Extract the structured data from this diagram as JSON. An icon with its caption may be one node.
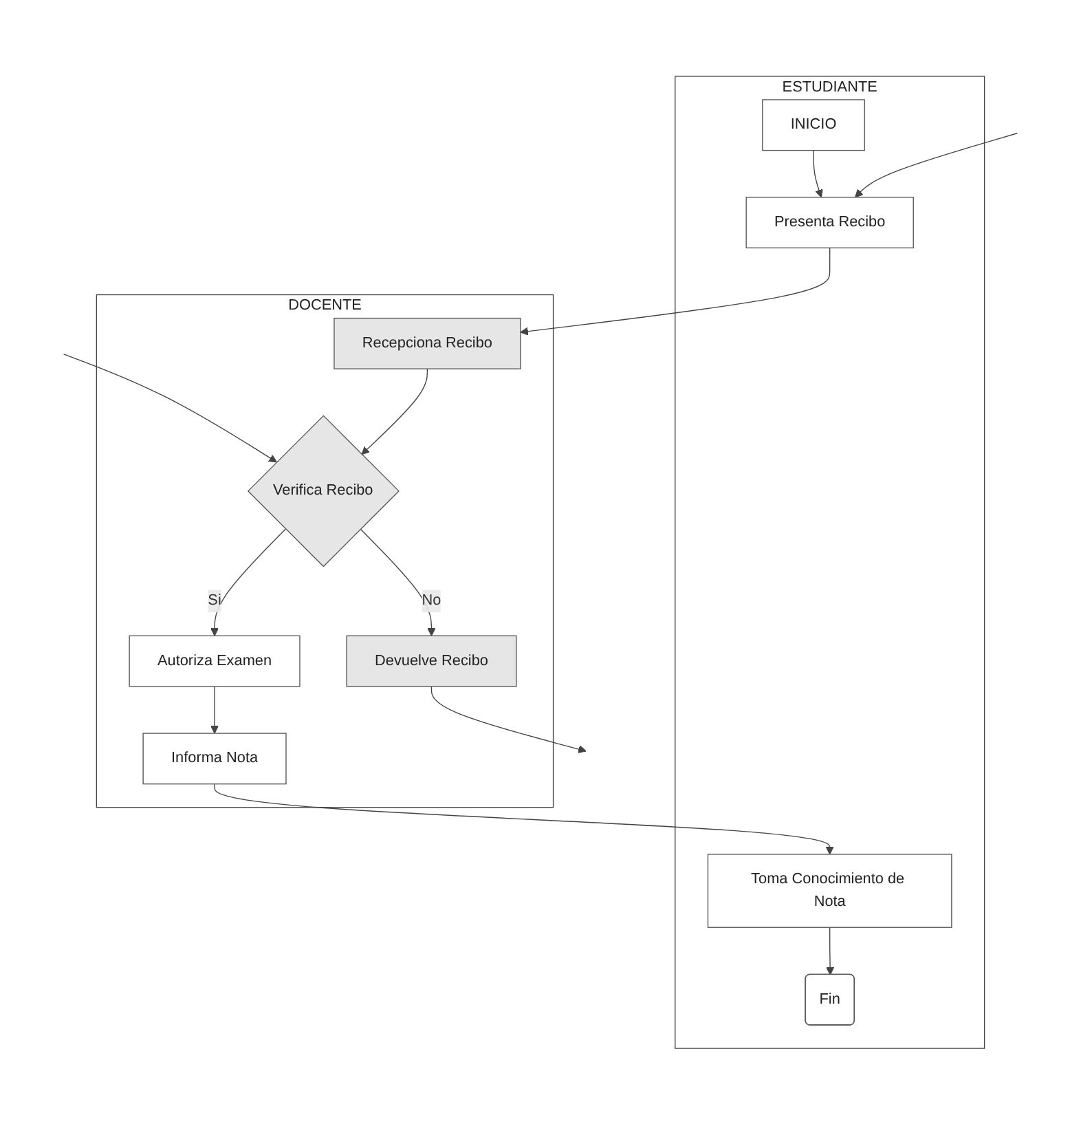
{
  "diagram": {
    "nodes": [
      {
        "text": [
          "ESTUDIANTE"
        ]
      },
      {
        "text": [
          "INICIO"
        ],
        "in": 0
      },
      {
        "text": [
          "Presenta Recibo"
        ],
        "in": 0
      },
      {
        "text": [
          "Toma Conocimiento de Nota"
        ],
        "in": 0
      },
      {
        "text": [
          "Fin"
        ],
        "in": 0
      },
      {
        "text": [
          "DOCENTE"
        ]
      },
      {
        "text": [
          "Recepciona Recibo"
        ],
        "in": 5
      },
      {
        "text": [
          "Verifica Recibo"
        ],
        "in": 5
      },
      {
        "text": [
          "Devuelve Recibo"
        ],
        "in": 5
      },
      {
        "text": [
          "Autoriza Examen"
        ],
        "in": 5
      },
      {
        "text": [
          "Informa Nota"
        ],
        "in": 5
      }
    ],
    "edges": [
      {
        "from": 1,
        "to": 2,
        "arrow": "to"
      },
      {
        "from": null,
        "to": 2,
        "arrow": "to"
      },
      {
        "from": 2,
        "to": 6,
        "arrow": "to"
      },
      {
        "from": null,
        "to": 7,
        "arrow": "to"
      },
      {
        "from": 6,
        "to": 7,
        "arrow": "to"
      },
      {
        "from": 7,
        "to": 8,
        "label": "No",
        "arrow": "to"
      },
      {
        "from": 7,
        "to": 9,
        "label": "Si",
        "arrow": "to"
      },
      {
        "from": 8,
        "to": null,
        "arrow": "to"
      },
      {
        "from": 9,
        "to": 10,
        "arrow": "to"
      },
      {
        "from": 10,
        "to": 3,
        "arrow": "to"
      },
      {
        "from": 3,
        "to": 4,
        "arrow": "to"
      }
    ]
  }
}
